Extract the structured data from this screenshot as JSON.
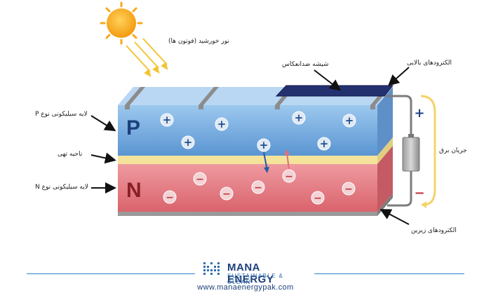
{
  "labels": {
    "sunlight": "نور خورشید (فوتون ها)",
    "anti_reflective_glass": "شیشه ضدانعکاس",
    "top_electrode": "الکترودهای بالایی",
    "p_layer": "لایه سیلیکونی نوع P",
    "depletion_region": "ناحیه تهی",
    "n_layer": "لایه سیلیکونی نوع N",
    "electric_current": "جریان برق",
    "bottom_electrode": "الکترودهای زیرین"
  },
  "layer_letters": {
    "p": "P",
    "n": "N"
  },
  "symbols": {
    "plus": "+",
    "minus": "−"
  },
  "brand": {
    "name": "MANA ENERGY",
    "tagline": "SUSTAINABLE & CLEAN",
    "website": "www.manaenergypak.com"
  },
  "colors": {
    "p_layer": "#8fbfe6",
    "depletion": "#f4e39a",
    "n_layer": "#e07d84",
    "electrode": "#1f2e6e",
    "sun": "#f6a21a",
    "current": "#f4d36b",
    "brand": "#1d3f7a"
  },
  "icons": [
    "sun-icon",
    "battery-icon",
    "brand-logo-icon"
  ]
}
